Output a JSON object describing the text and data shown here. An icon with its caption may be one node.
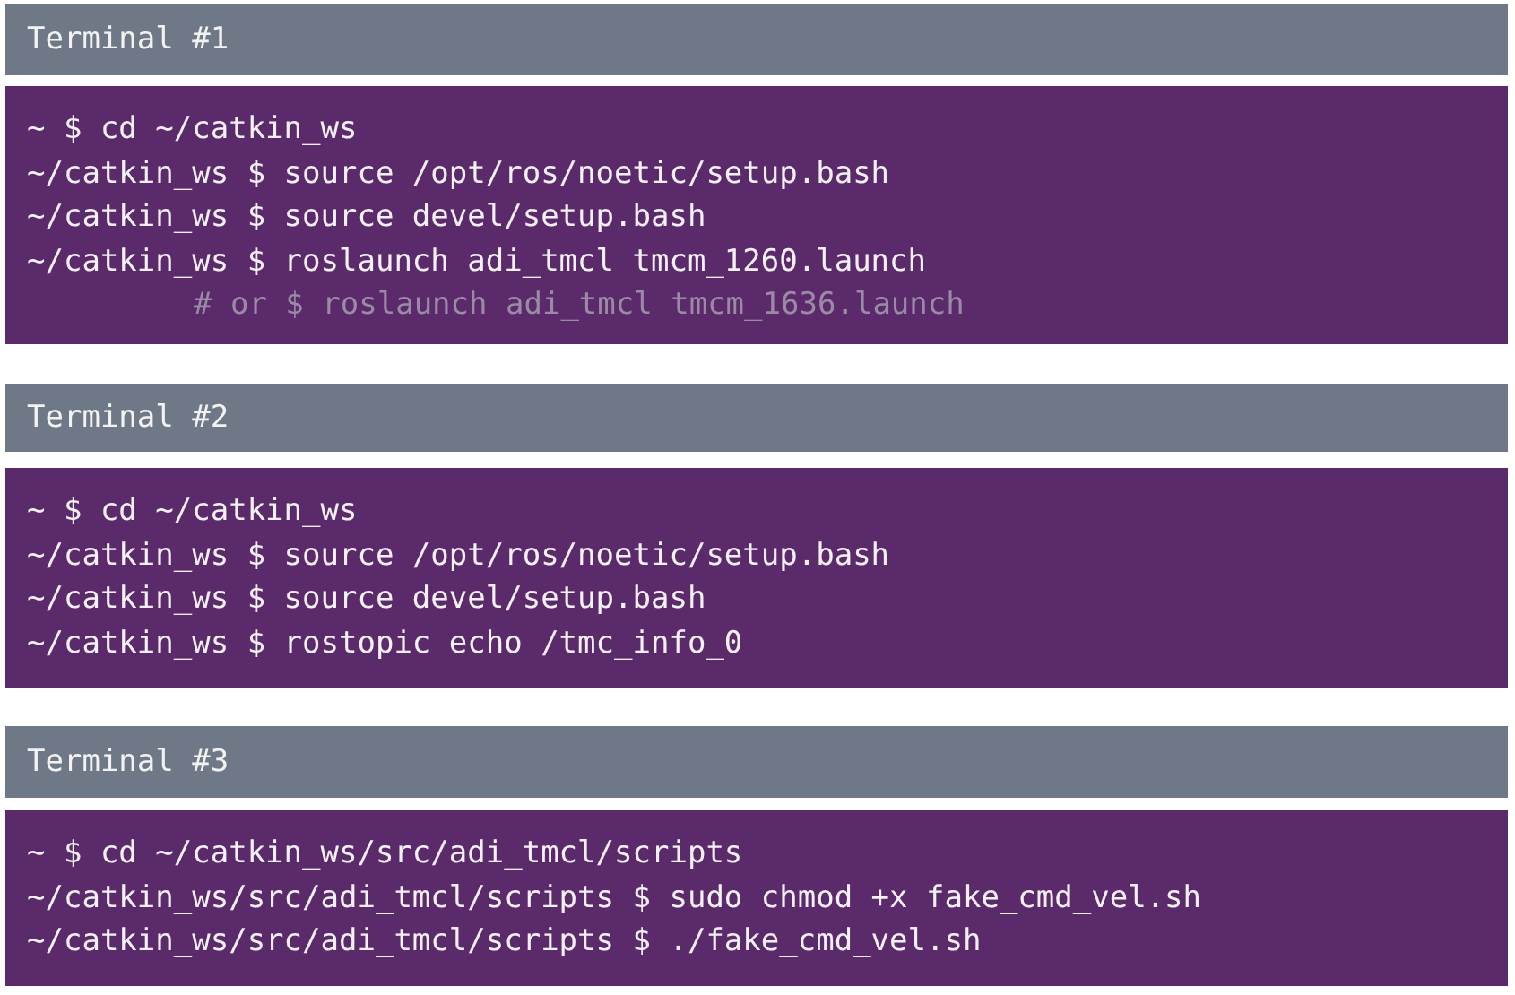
{
  "diagram": {
    "nodes": [
      {
        "text": [
          "Terminal #1",
          "~ $ cd ~/catkin_ws",
          "~/catkin_ws $ source /opt/ros/noetic/setup.bash",
          "~/catkin_ws $ source devel/setup.bash",
          "~/catkin_ws $ roslaunch adi_tmcl tmcm_1260.launch",
          "# or $ roslaunch adi_tmcl tmcm_1636.launch"
        ]
      },
      {
        "text": [
          "Terminal #2",
          "~ $ cd ~/catkin_ws",
          "~/catkin_ws $ source /opt/ros/noetic/setup.bash",
          "~/catkin_ws $ source devel/setup.bash",
          "~/catkin_ws $ rostopic echo /tmc_info_0"
        ]
      },
      {
        "text": [
          "Terminal #3",
          "~ $ cd ~/catkin_ws/src/adi_tmcl/scripts",
          "~/catkin_ws/src/adi_tmcl/scripts $ sudo chmod +x fake_cmd_vel.sh",
          "~/catkin_ws/src/adi_tmcl/scripts $ ./fake_cmd_vel.sh"
        ]
      }
    ]
  }
}
